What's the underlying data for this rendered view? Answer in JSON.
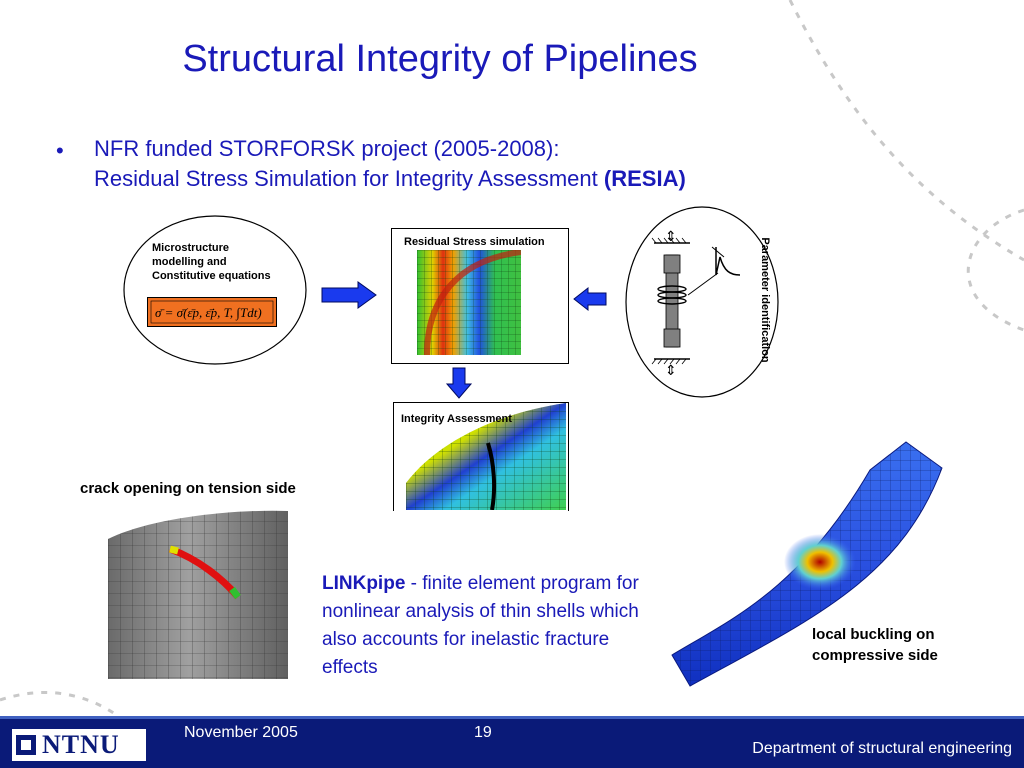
{
  "slide": {
    "title": "Structural Integrity of Pipelines",
    "bullet_marker": "•",
    "bullet_line1": "NFR funded STORFORSK project (2005-2008):",
    "bullet_line2": "Residual Stress Simulation for Integrity Assessment",
    "bullet_line2_bold": "(RESIA)"
  },
  "diagram": {
    "micro_label_1": "Microstructure",
    "micro_label_2": "modelling and",
    "micro_label_3": "Constitutive equations",
    "residual_label": "Residual Stress simulation",
    "param_label": "Parameter identification",
    "integrity_label": "Integrity Assessment"
  },
  "crack_label": "crack opening on tension side",
  "linkpipe": {
    "name": "LINKpipe",
    "dash": " - ",
    "desc": "finite element program for nonlinear analysis of thin shells which also accounts for inelastic fracture effects"
  },
  "buckle_label_1": "local buckling on",
  "buckle_label_2": "compressive side",
  "footer": {
    "logo": "NTNU",
    "date": "November 2005",
    "page": "19",
    "department": "Department of structural engineering"
  },
  "colors": {
    "title_blue": "#1a1ab8",
    "footer_navy": "#0a1a78",
    "arrow_blue": "#1a3aee",
    "formula_orange": "#f07020"
  }
}
